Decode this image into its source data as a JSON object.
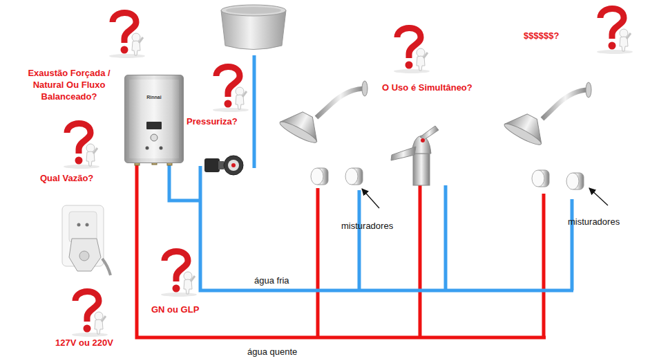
{
  "diagram": {
    "nodes": [
      {
        "text": [
          "Rinnai"
        ]
      }
    ],
    "labels": [
      "$$$$$$?",
      "Exaustão Forçada / Natural Ou Fluxo Balanceado?",
      "O Uso é Simultâneo?",
      "Pressuriza?",
      "Qual Vazão?",
      "misturadores",
      "misturadores",
      "água fria",
      "GN ou GLP",
      "127V ou 220V",
      "água quente"
    ]
  }
}
